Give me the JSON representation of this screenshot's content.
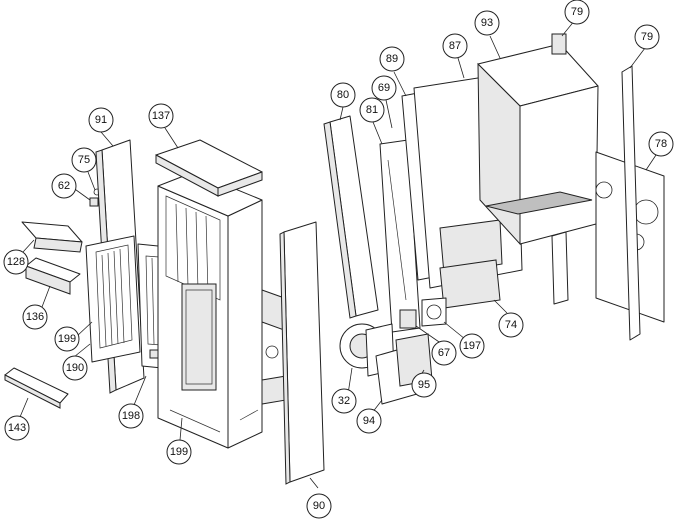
{
  "callouts": {
    "c91": "91",
    "c137": "137",
    "c75": "75",
    "c62": "62",
    "c128": "128",
    "c136": "136",
    "c199a": "199",
    "c190": "190",
    "c143": "143",
    "c198": "198",
    "c199b": "199",
    "c90": "90",
    "c80": "80",
    "c81": "81",
    "c69": "69",
    "c89": "89",
    "c87": "87",
    "c93": "93",
    "c79a": "79",
    "c79b": "79",
    "c78": "78",
    "c74": "74",
    "c197": "197",
    "c67": "67",
    "c95": "95",
    "c32": "32",
    "c94": "94"
  }
}
